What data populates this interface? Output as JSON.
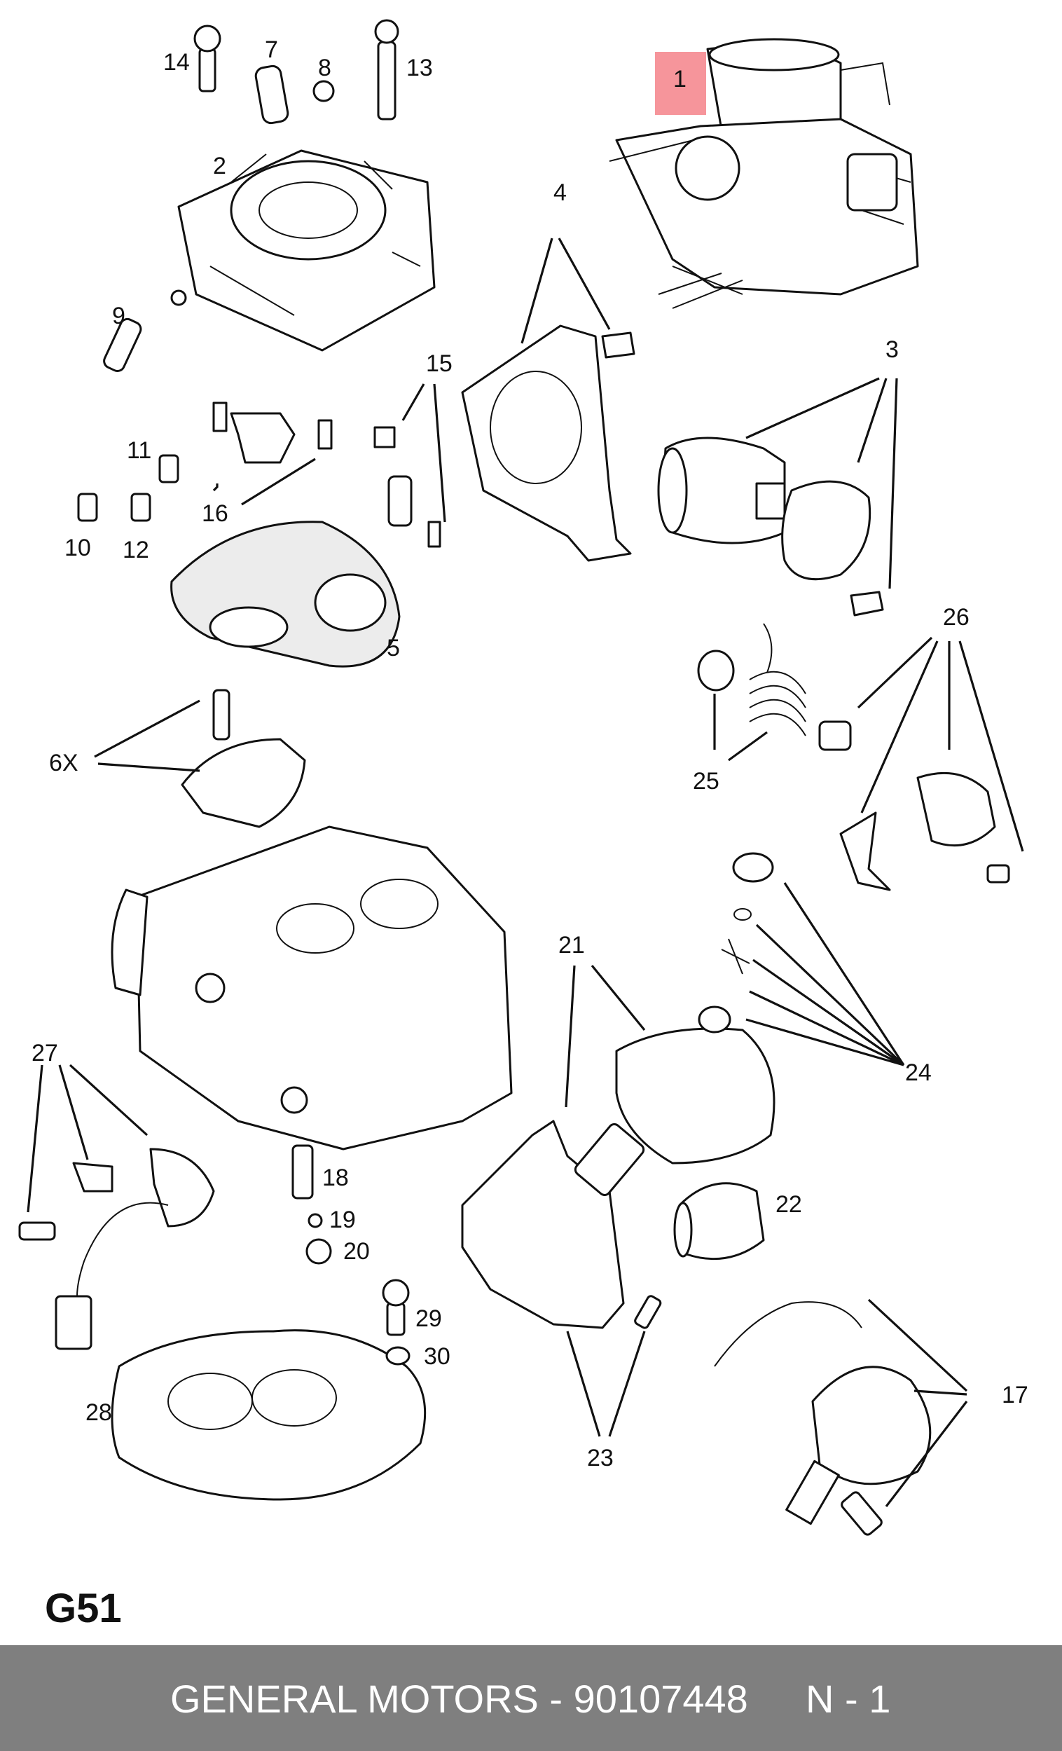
{
  "diagram": {
    "code": "G51",
    "highlight_color": "#f4828a",
    "callouts": [
      "1",
      "2",
      "3",
      "4",
      "5",
      "6X",
      "7",
      "8",
      "9",
      "10",
      "11",
      "12",
      "13",
      "14",
      "15",
      "16",
      "17",
      "18",
      "19",
      "20",
      "21",
      "22",
      "23",
      "24",
      "25",
      "26",
      "27",
      "28",
      "29",
      "30"
    ]
  },
  "footer": {
    "brand_part": "GENERAL MOTORS - 90107448",
    "quantity": "N - 1",
    "background": "#7f7f7f"
  }
}
